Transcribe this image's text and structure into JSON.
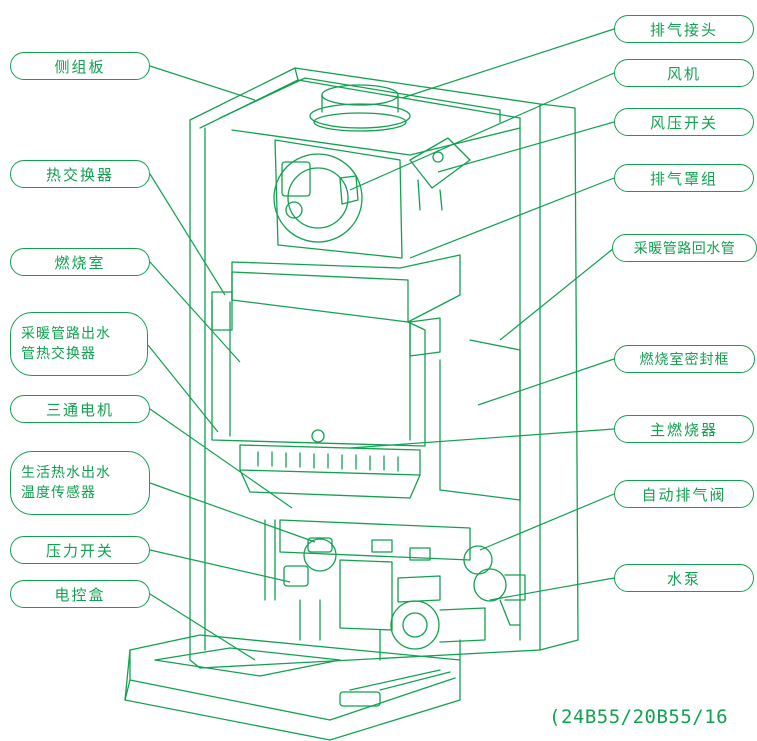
{
  "colors": {
    "line": "#12a150",
    "background": "#ffffff"
  },
  "labels": {
    "left": {
      "side_panel": "侧组板",
      "heat_exchanger": "热交换器",
      "combustion_chamber": "燃烧室",
      "heating_outlet_hx_line1": "采暖管路出水",
      "heating_outlet_hx_line2": "管热交换器",
      "three_way_motor": "三通电机",
      "dhw_sensor_line1": "生活热水出水",
      "dhw_sensor_line2": "温度传感器",
      "pressure_switch": "压力开关",
      "control_box": "电控盒"
    },
    "right": {
      "flue_connector": "排气接头",
      "fan": "风机",
      "air_pressure_switch": "风压开关",
      "flue_hood": "排气罩组",
      "heating_return_pipe": "采暖管路回水管",
      "chamber_seal_frame": "燃烧室密封框",
      "main_burner": "主燃烧器",
      "auto_air_vent": "自动排气阀",
      "water_pump": "水泵"
    }
  },
  "model_text": "(24B55/20B55/16"
}
